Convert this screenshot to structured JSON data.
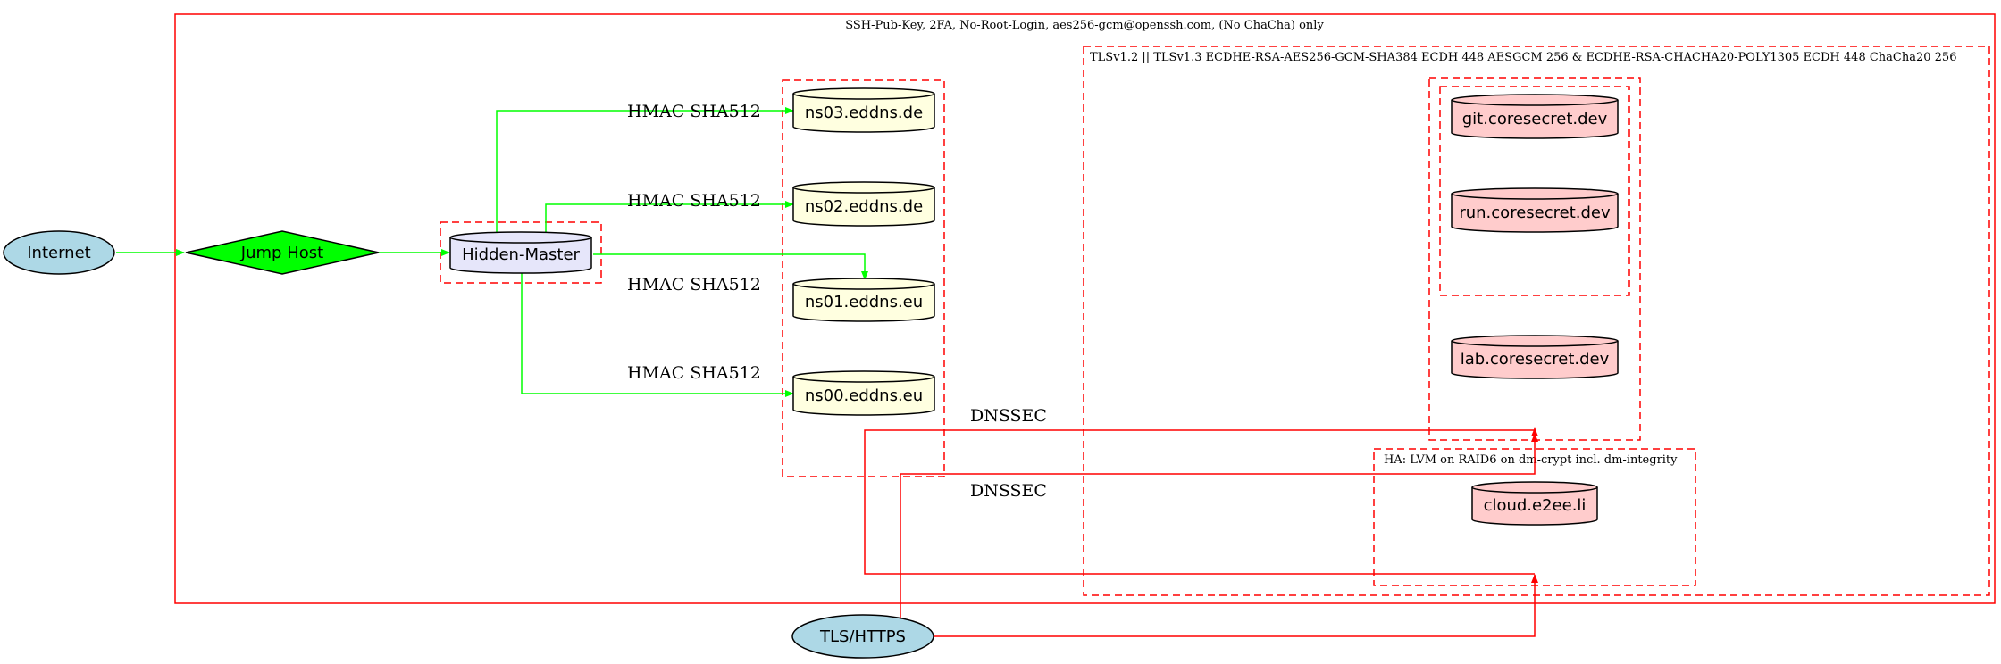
{
  "clusters": {
    "outer": "SSH-Pub-Key, 2FA, No-Root-Login, aes256-gcm@openssh.com, (No ChaCha) only",
    "tls": "TLSv1.2 || TLSv1.3 ECDHE-RSA-AES256-GCM-SHA384 ECDH 448 AESGCM 256 & ECDHE-RSA-CHACHA20-POLY1305 ECDH 448 ChaCha20 256",
    "ha": "HA: LVM on RAID6 on dm-crypt incl. dm-integrity"
  },
  "nodes": {
    "internet": "Internet",
    "jump_host": "Jump Host",
    "hidden_master": "Hidden-Master",
    "ns03": "ns03.eddns.de",
    "ns02": "ns02.eddns.de",
    "ns01": "ns01.eddns.eu",
    "ns00": "ns00.eddns.eu",
    "git": "git.coresecret.dev",
    "run": "run.coresecret.dev",
    "lab": "lab.coresecret.dev",
    "cloud": "cloud.e2ee.li",
    "tls_https": "TLS/HTTPS"
  },
  "edge_labels": {
    "hmac_ns03": "HMAC SHA512",
    "hmac_ns02": "HMAC SHA512",
    "hmac_ns01": "HMAC SHA512",
    "hmac_ns00": "HMAC SHA512",
    "dnssec_1": "DNSSEC",
    "dnssec_2": "DNSSEC"
  },
  "colors": {
    "cluster_border": "#ff0000",
    "green_edge": "#00ff00",
    "red_edge": "#ff0000",
    "internet_fill": "#add8e6",
    "jump_host_fill": "#00ff00",
    "hidden_master_fill": "#e6e6fa",
    "ns_fill": "#ffffe0",
    "service_fill": "#ffcccc"
  }
}
